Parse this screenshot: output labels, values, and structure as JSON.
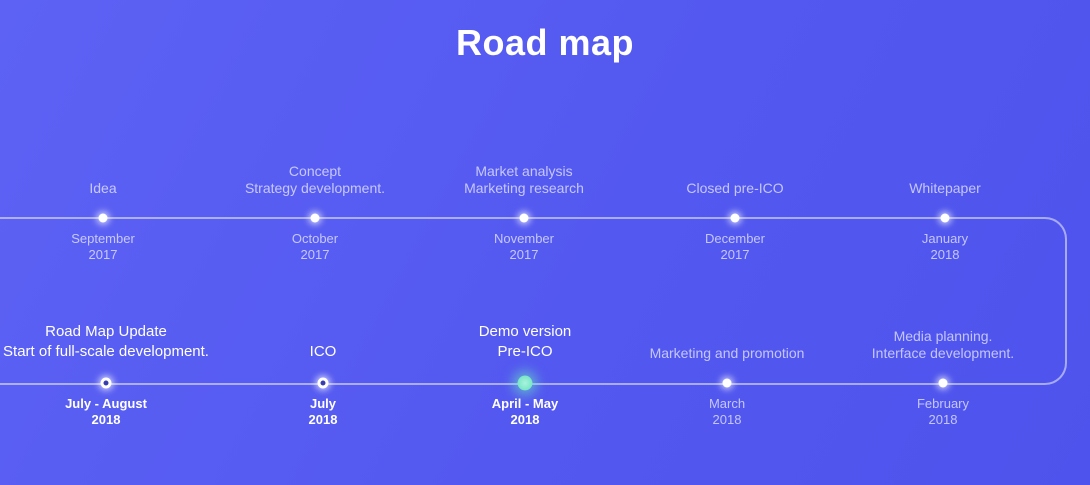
{
  "title": "Road map",
  "colors": {
    "background_start": "#5d62f4",
    "background_end": "#4d53ec",
    "timeline_line": "rgba(255,255,255,0.5)",
    "text_dim": "rgba(255,255,255,0.66)",
    "text_bright": "#ffffff",
    "active_dot": "#74e5c4",
    "ring_dot_center": "#383cae"
  },
  "timeline": {
    "top_row": [
      {
        "lines": [
          "Idea"
        ],
        "month": "September",
        "year": "2017",
        "dot": "solid",
        "emphasis": "dim"
      },
      {
        "lines": [
          "Concept",
          "Strategy development."
        ],
        "month": "October",
        "year": "2017",
        "dot": "solid",
        "emphasis": "dim"
      },
      {
        "lines": [
          "Market analysis",
          "Marketing research"
        ],
        "month": "November",
        "year": "2017",
        "dot": "solid",
        "emphasis": "dim"
      },
      {
        "lines": [
          "Closed pre-ICO"
        ],
        "month": "December",
        "year": "2017",
        "dot": "solid",
        "emphasis": "dim"
      },
      {
        "lines": [
          "Whitepaper"
        ],
        "month": "January",
        "year": "2018",
        "dot": "solid",
        "emphasis": "dim"
      }
    ],
    "bottom_row": [
      {
        "lines": [
          "Road Map Update",
          "Start of full-scale development."
        ],
        "month": "July - August",
        "year": "2018",
        "dot": "ring",
        "emphasis": "bright"
      },
      {
        "lines": [
          "ICO"
        ],
        "month": "July",
        "year": "2018",
        "dot": "ring",
        "emphasis": "bright"
      },
      {
        "lines": [
          "Demo version",
          "Pre-ICO"
        ],
        "month": "April - May",
        "year": "2018",
        "dot": "active",
        "emphasis": "bright"
      },
      {
        "lines": [
          "Marketing and promotion"
        ],
        "month": "March",
        "year": "2018",
        "dot": "solid",
        "emphasis": "dim"
      },
      {
        "lines": [
          "Media planning.",
          "Interface development."
        ],
        "month": "February",
        "year": "2018",
        "dot": "solid",
        "emphasis": "dim"
      }
    ]
  }
}
